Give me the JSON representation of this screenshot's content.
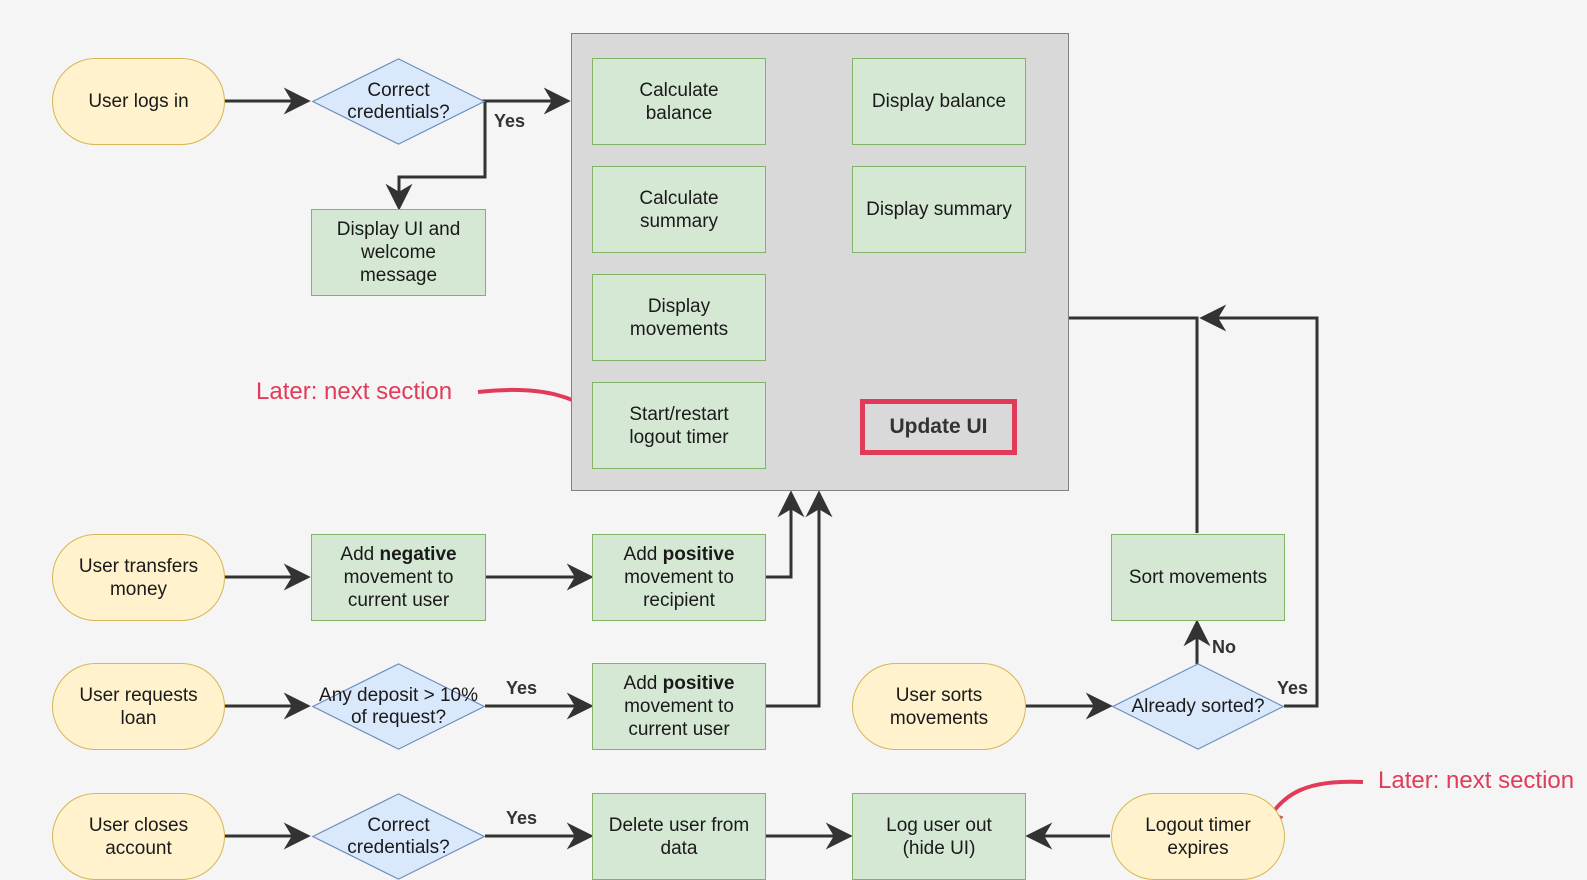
{
  "nodes": {
    "user_logs_in": "User logs in",
    "correct_credentials_1": "Correct\ncredentials?",
    "display_ui_welcome": "Display UI and\nwelcome\nmessage",
    "calculate_balance": "Calculate\nbalance",
    "display_balance": "Display balance",
    "calculate_summary": "Calculate\nsummary",
    "display_summary": "Display summary",
    "display_movements": "Display\nmovements",
    "start_restart_timer": "Start/restart\nlogout timer",
    "update_ui": "Update UI",
    "user_transfers_money": "User transfers\nmoney",
    "add_negative_prefix": "Add ",
    "add_negative_bold": "negative",
    "add_negative_rest": "movement to\ncurrent user",
    "add_positive_recipient_prefix": "Add ",
    "add_positive_recipient_bold": "positive",
    "add_positive_recipient_rest": "movement to\nrecipient",
    "sort_movements": "Sort movements",
    "user_requests_loan": "User requests\nloan",
    "any_deposit": "Any deposit > 10%\nof request?",
    "add_positive_current_prefix": "Add ",
    "add_positive_current_bold": "positive",
    "add_positive_current_rest": "movement to\ncurrent user",
    "user_sorts_movements": "User sorts\nmovements",
    "already_sorted": "Already sorted?",
    "user_closes_account": "User closes\naccount",
    "correct_credentials_2": "Correct\ncredentials?",
    "delete_user": "Delete user from\ndata",
    "log_user_out": "Log user out\n(hide UI)",
    "logout_timer_expires": "Logout timer\nexpires"
  },
  "edge_labels": {
    "yes_login": "Yes",
    "yes_loan": "Yes",
    "yes_close": "Yes",
    "no_sort": "No",
    "yes_sort": "Yes"
  },
  "notes": {
    "note_1": "Later: next section",
    "note_2": "Later: next section"
  },
  "colors": {
    "terminal_fill": "#fff2cc",
    "process_fill": "#d5e8d4",
    "decision_fill": "#dae8fc",
    "group_fill": "#d9d9d9",
    "accent": "#e03c5a",
    "edge": "#333333"
  }
}
